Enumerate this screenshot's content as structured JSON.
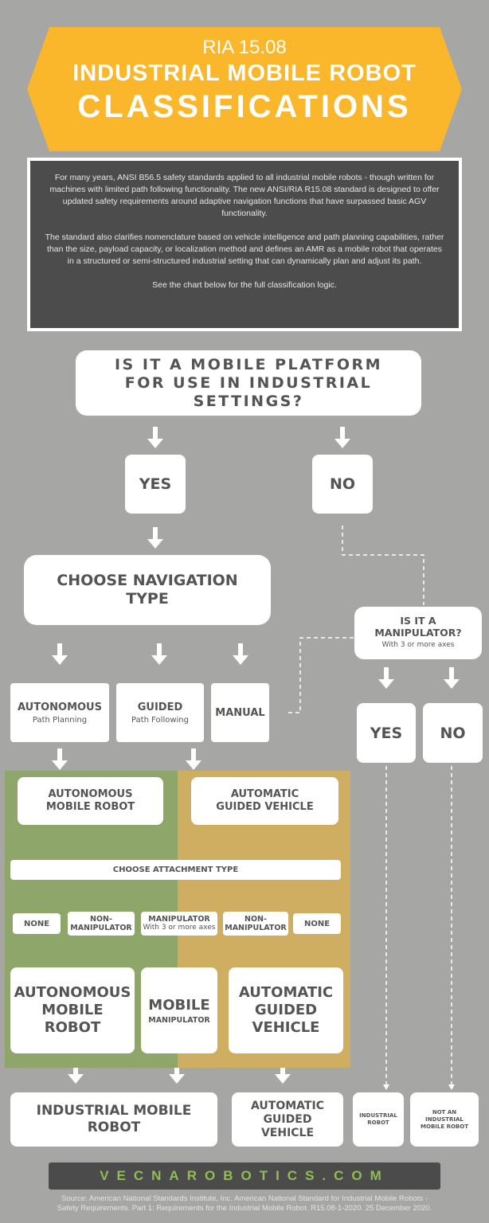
{
  "colors": {
    "background": "#a6a6a5",
    "banner": "#fbb72c",
    "intro_bg": "#4c4c4c",
    "green_panel": "#8fa66b",
    "tan_panel": "#cfae61",
    "text_dark": "#545454",
    "footer_bg": "#4b4b4b",
    "footer_text": "#8fbf50"
  },
  "header": {
    "subtitle": "RIA 15.08",
    "title_line1": "INDUSTRIAL MOBILE ROBOT",
    "title_line2": "CLASSIFICATIONS"
  },
  "intro": {
    "p1": "For many years, ANSI B56.5 safety standards applied to all industrial mobile robots - though written for machines with limited path following functionality. The new ANSI/RIA R15.08 standard is designed to offer updated safety requirements around adaptive navigation functions that have surpassed basic AGV functionality.",
    "p2": "The standard also clarifies nomenclature based on vehicle intelligence and path planning capabilities, rather than the size, payload capacity, or localization method and defines an AMR as a mobile robot that operates in a structured or semi-structured industrial setting that can dynamically plan and adjust its path.",
    "p3": "See the chart below for the full classification logic."
  },
  "flow": {
    "q1_line1": "IS IT A MOBILE PLATFORM",
    "q1_line2": "FOR USE IN INDUSTRIAL",
    "q1_line3": "SETTINGS?",
    "yes1": "YES",
    "no1": "NO",
    "nav_line1": "CHOOSE NAVIGATION",
    "nav_line2": "TYPE",
    "manip_q_line1": "IS IT A",
    "manip_q_line2": "MANIPULATOR?",
    "manip_q_sub": "With 3 or more axes",
    "yes2": "YES",
    "no2": "NO",
    "autonomous": "AUTONOMOUS",
    "autonomous_sub": "Path Planning",
    "guided": "GUIDED",
    "guided_sub": "Path Following",
    "manual": "MANUAL",
    "amr_line1": "AUTONOMOUS",
    "amr_line2": "MOBILE ROBOT",
    "agv_line1": "AUTOMATIC",
    "agv_line2": "GUIDED VEHICLE",
    "attachment": "CHOOSE ATTACHMENT TYPE",
    "att_none1": "NONE",
    "att_nonmanip1_l1": "NON-",
    "att_nonmanip1_l2": "MANIPULATOR",
    "att_manip_l1": "MANIPULATOR",
    "att_manip_l2": "With 3 or more axes",
    "att_nonmanip2_l1": "NON-",
    "att_nonmanip2_l2": "MANIPULATOR",
    "att_none2": "NONE",
    "res_amr_l1": "AUTONOMOUS",
    "res_amr_l2": "MOBILE",
    "res_amr_l3": "ROBOT",
    "res_mm_l1": "MOBILE",
    "res_mm_l2": "MANIPULATOR",
    "res_agv_l1": "AUTOMATIC",
    "res_agv_l2": "GUIDED",
    "res_agv_l3": "VEHICLE",
    "final_imr_l1": "INDUSTRIAL MOBILE",
    "final_imr_l2": "ROBOT",
    "final_agv_l1": "AUTOMATIC",
    "final_agv_l2": "GUIDED",
    "final_agv_l3": "VEHICLE",
    "final_ir_l1": "INDUSTRIAL",
    "final_ir_l2": "ROBOT",
    "final_not_l1": "NOT AN",
    "final_not_l2": "INDUSTRIAL",
    "final_not_l3": "MOBILE ROBOT"
  },
  "footer": {
    "brand": "VECNAROBOTICS.COM",
    "source_l1": "Source: American National Standards Institute, Inc. American National Standard for Industrial Mobile Robots -",
    "source_l2": "Safety Requirements. Part 1: Requirements for the Industrial Mobile Robot. R15.08-1-2020. 25 December 2020."
  }
}
